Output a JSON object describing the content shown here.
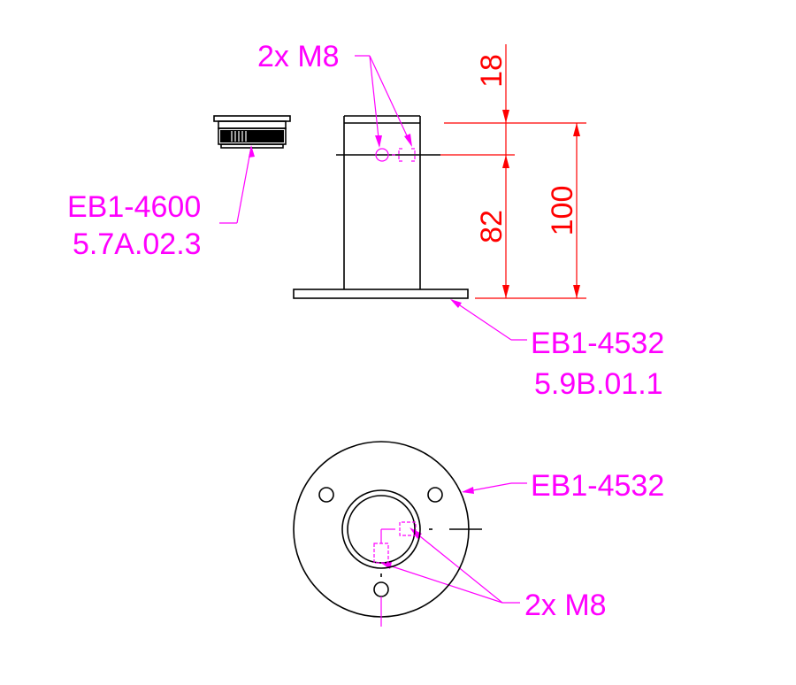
{
  "colors": {
    "outline": "#000000",
    "callout": "#ff00ff",
    "dimension": "#ff0000"
  },
  "callouts": {
    "top_holes": "2x M8",
    "cap_code": "EB1-4600",
    "cap_ref": "5.7A.02.3",
    "post_code": "EB1-4532",
    "post_ref": "5.9B.01.1",
    "plate_code": "EB1-4532",
    "bottom_holes": "2x M8"
  },
  "dimensions": {
    "top_offset": "18",
    "lower_height": "82",
    "total_height": "100"
  }
}
